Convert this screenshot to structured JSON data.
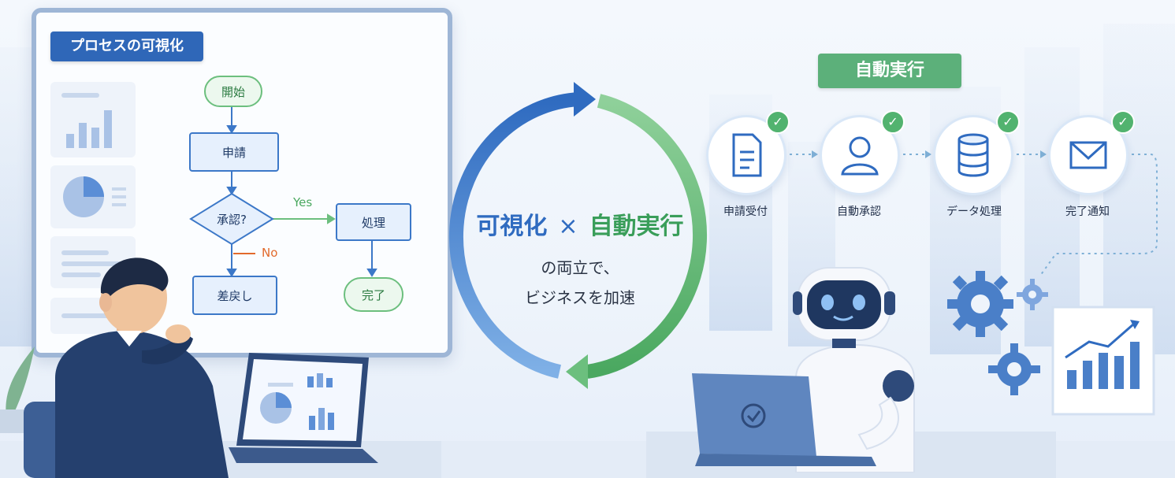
{
  "left": {
    "title": "プロセスの可視化",
    "flowchart": {
      "start": "開始",
      "apply": "申請",
      "decision": "承認?",
      "yes": "Yes",
      "no": "No",
      "process": "処理",
      "return": "差戻し",
      "done": "完了"
    }
  },
  "center": {
    "title_left": "可視化",
    "title_cross": "×",
    "title_right": "自動実行",
    "sub_line1": "の両立で、",
    "sub_line2": "ビジネスを加速"
  },
  "right": {
    "badge": "自動実行",
    "steps": [
      {
        "label": "申請受付",
        "icon": "document-icon"
      },
      {
        "label": "自動承認",
        "icon": "user-icon"
      },
      {
        "label": "データ処理",
        "icon": "database-icon"
      },
      {
        "label": "完了通知",
        "icon": "mail-icon"
      }
    ]
  },
  "colors": {
    "blue": "#2f6bc0",
    "green": "#3a9e5a",
    "badge_green": "#5cb07a",
    "no_orange": "#e26a2c"
  }
}
